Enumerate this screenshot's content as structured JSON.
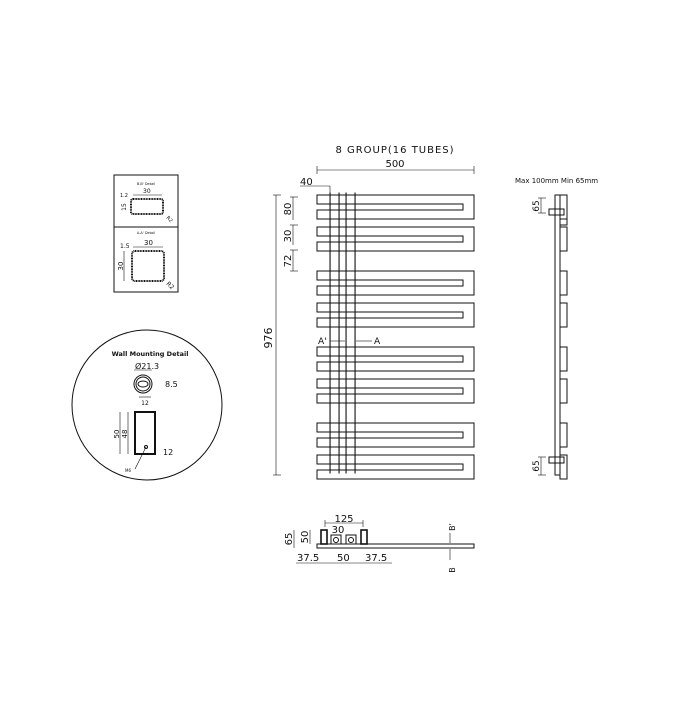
{
  "title": "8 GROUP(16 TUBES)",
  "front_view": {
    "width": "500",
    "height": "976",
    "left_offset": "40",
    "tube_pitch": "80",
    "tube_height": "30",
    "group_gap": "72",
    "section_left": "A'",
    "section_right": "A"
  },
  "side_view": {
    "wall_gap_note": "Max 100mm Min 65mm",
    "top_bracket": "65",
    "bottom_bracket": "65"
  },
  "bottom_view": {
    "bracket_span": "125",
    "bracket_width": "30",
    "height_outer": "65",
    "height_inner": "50",
    "left": "37.5",
    "middle": "50",
    "right": "37.5",
    "section_top": "B'",
    "section_bottom": "B"
  },
  "detail_box": {
    "bb_title": "B-B' Detail",
    "bb_wall": "1.2",
    "bb_width": "30",
    "bb_height": "15",
    "bb_radius": "R2",
    "aa_title": "A-A' Detail",
    "aa_wall": "1.5",
    "aa_width": "30",
    "aa_height": "30",
    "aa_radius": "R2"
  },
  "wall_mounting": {
    "title": "Wall Mounting Detail",
    "diameter": "Ø21.3",
    "slot_height": "8.5",
    "slot_width": "12",
    "height_outer": "50",
    "height_inner": "48",
    "screw_offset": "12",
    "screw": "M6"
  }
}
